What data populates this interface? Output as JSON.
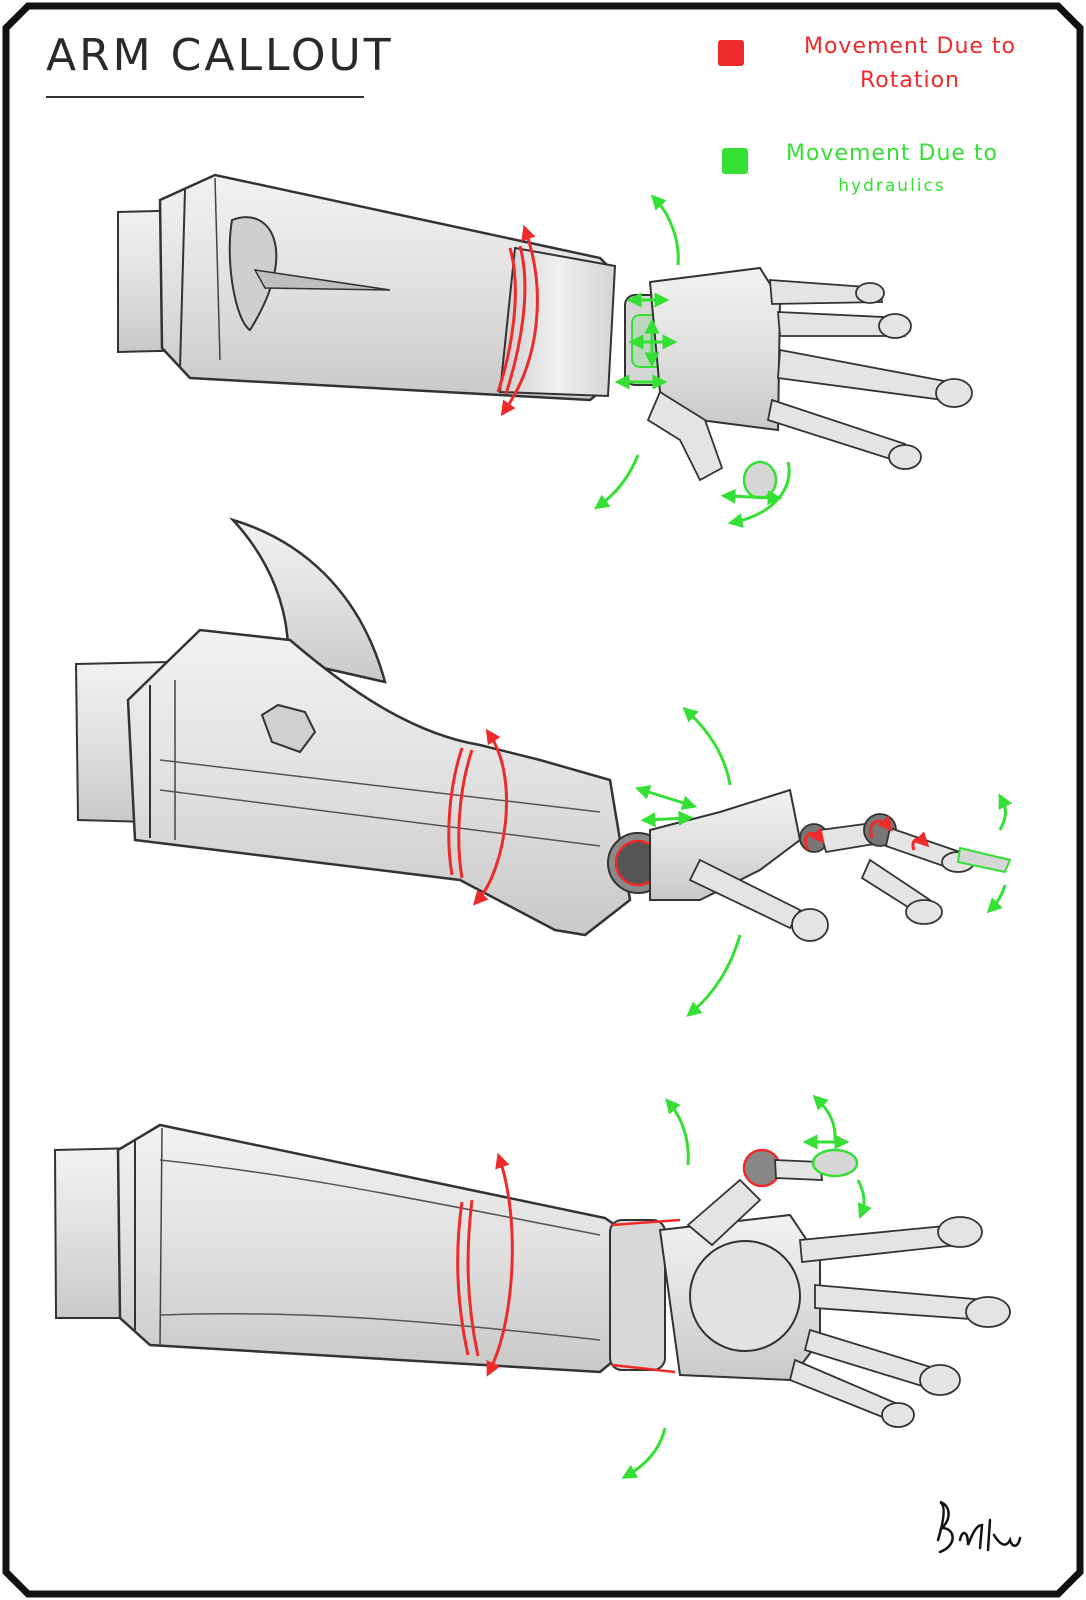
{
  "title": "ARM CALLOUT",
  "legend": {
    "rotation": {
      "line1": "Movement Due to",
      "line2": "Rotation",
      "color": "#ee2a2a"
    },
    "hydraulics": {
      "line1": "Movement Due to",
      "line2": "hydraulics",
      "color": "#33e033"
    }
  },
  "colors": {
    "frame": "#111111",
    "armor": "#e6e6e6",
    "armor_shade": "#c4c4c4",
    "outline": "#333333",
    "rotation": "#ee2a2a",
    "hydraulics": "#33e033"
  },
  "views": [
    {
      "name": "top view"
    },
    {
      "name": "side view"
    },
    {
      "name": "palm view"
    }
  ],
  "signature": "Butler"
}
